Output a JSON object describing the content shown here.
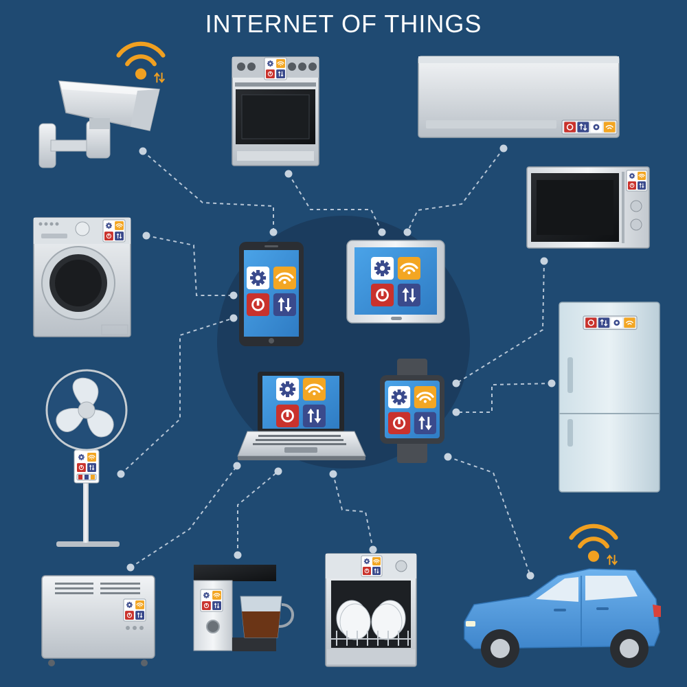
{
  "title": "INTERNET OF THINGS",
  "colors": {
    "background": "#1f4a72",
    "hub_circle": "#1b3c5e",
    "connector": "#b7c6d6",
    "wifi": "#f0a021",
    "app_gear": "#ffffff",
    "app_wifi": "#f3a623",
    "app_power": "#c9322c",
    "app_arrows": "#3a4a8c",
    "screen_blue": "#3b8fd6",
    "car_blue": "#4f9ee4"
  },
  "app_icons": [
    "gear-icon",
    "wifi-icon",
    "power-icon",
    "up-down-arrows-icon"
  ],
  "hub_devices": [
    "smartphone",
    "tablet",
    "laptop",
    "smartwatch"
  ],
  "appliances": [
    "security-camera",
    "oven",
    "air-conditioner",
    "microwave",
    "washing-machine",
    "refrigerator",
    "standing-fan",
    "heater",
    "coffee-maker",
    "dishwasher",
    "car"
  ]
}
